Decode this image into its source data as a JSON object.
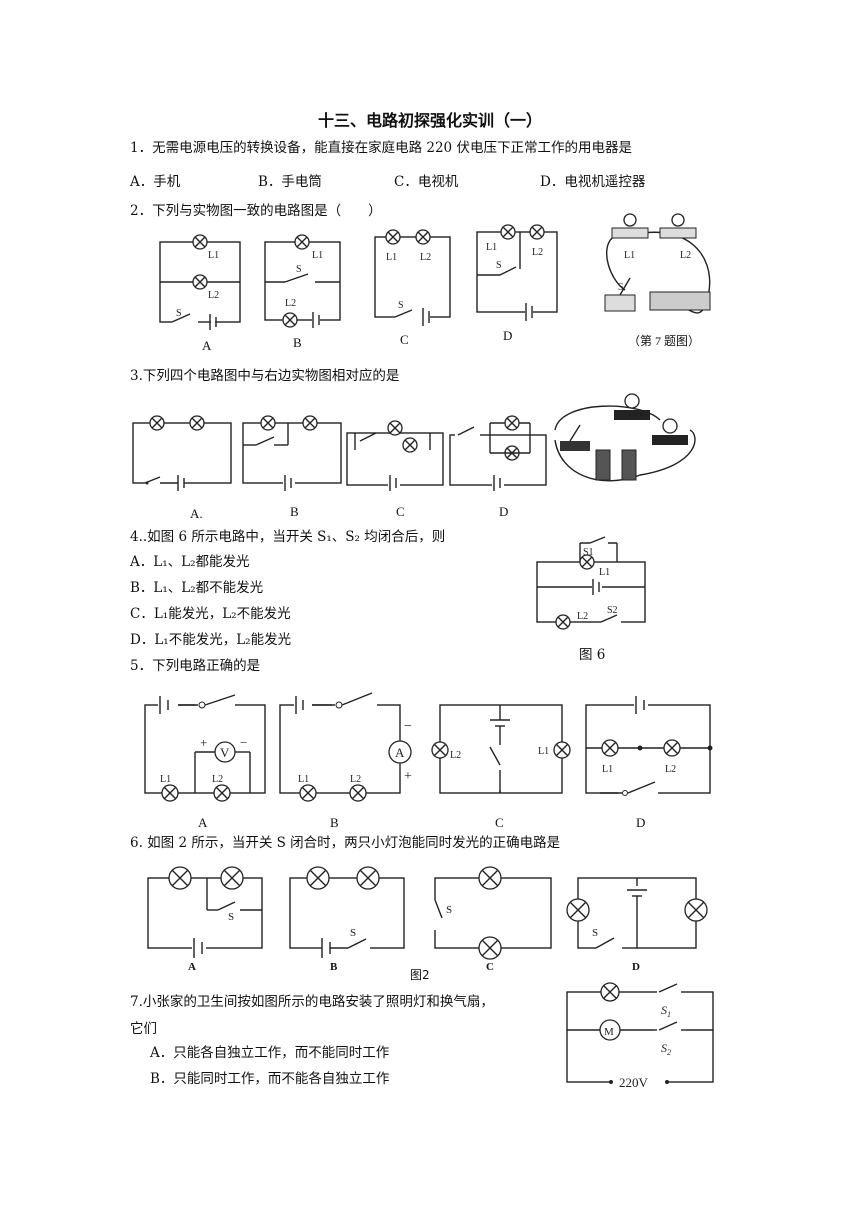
{
  "title": "十三、电路初探强化实训（一）",
  "q1": {
    "stem": "1．无需电源电压的转换设备，能直接在家庭电路 220 伏电压下正常工作的用电器是",
    "options": [
      "A．手机",
      "B．手电筒",
      "C．电视机",
      "D．电视机遥控器"
    ]
  },
  "q2": {
    "stem": "2．下列与实物图一致的电路图是（　　）",
    "labels": [
      "A",
      "B",
      "C",
      "D"
    ],
    "caption": "（第 7 题图）",
    "l1": "L1",
    "l2": "L2",
    "s": "S"
  },
  "q3": {
    "stem": "3.下列四个电路图中与右边实物图相对应的是",
    "labels": [
      "A.",
      "B",
      "C",
      "D"
    ]
  },
  "q4": {
    "stem": "4.‌.如图 6 所示电路中，当开关 S₁、S₂ 均闭合后，则",
    "options": [
      "A．L₁、L₂都能发光",
      "B．L₁、L₂都不能发光",
      "C．L₁能发光，L₂不能发光",
      "D．L₁不能发光，L₂能发光"
    ],
    "caption": "图 6"
  },
  "q5": {
    "stem": "5．下列电路正确的是",
    "labels": [
      "A",
      "B",
      "C",
      "D"
    ],
    "meter_v": "V",
    "meter_a": "A"
  },
  "q6": {
    "stem": "6.  如图 2 所示，当开关 S 闭合时，两只小灯泡能同时发光的正确电路是",
    "labels": [
      "A",
      "B",
      "C",
      "D"
    ],
    "caption": "图2"
  },
  "q7": {
    "stem_line1": "7.小张家的卫生间按如图所示的电路安装了照明灯和换气扇，",
    "stem_line2": "它们",
    "options": [
      "A．只能各自独立工作，而不能同时工作",
      "B．只能同时工作，而不能各自独立工作"
    ],
    "motor": "M",
    "voltage": "220V",
    "s1": "S1",
    "s2": "S2"
  }
}
